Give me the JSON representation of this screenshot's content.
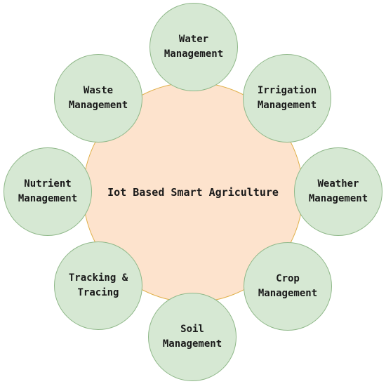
{
  "diagram": {
    "center": {
      "label": "Iot Based Smart Agriculture",
      "fill": "#fde3cd",
      "stroke": "#e0b04a"
    },
    "node_style": {
      "fill": "#d6e8d3",
      "stroke": "#8fb889"
    },
    "nodes": [
      {
        "line1": "Water",
        "line2": "Management"
      },
      {
        "line1": "Irrigation",
        "line2": "Management"
      },
      {
        "line1": "Weather",
        "line2": "Management"
      },
      {
        "line1": "Crop",
        "line2": "Management"
      },
      {
        "line1": "Soil",
        "line2": "Management"
      },
      {
        "line1": "Tracking &",
        "line2": "Tracing"
      },
      {
        "line1": "Nutrient",
        "line2": "Management"
      },
      {
        "line1": "Waste",
        "line2": "Management"
      }
    ]
  }
}
